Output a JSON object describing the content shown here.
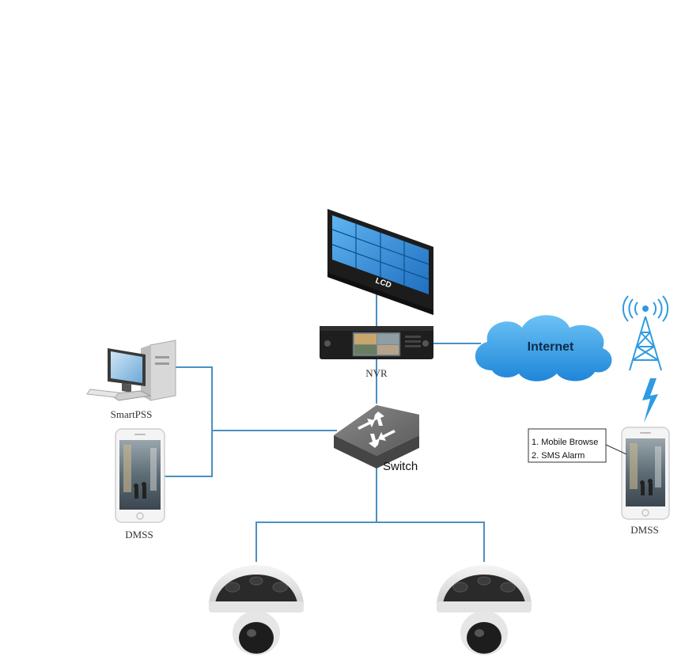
{
  "colors": {
    "wire": "#4a90c2",
    "cloud": "#3aa0e6",
    "tower": "#2f9be0",
    "screen_blue": "#2b86d6",
    "device_dark": "#1e1e1e",
    "switch_gray": "#6d6d6d"
  },
  "nodes": {
    "lcd": {
      "label": "LCD"
    },
    "nvr": {
      "label": "NVR"
    },
    "internet": {
      "label": "Internet"
    },
    "smartpss": {
      "label": "SmartPSS"
    },
    "dmss_left": {
      "label": "DMSS"
    },
    "dmss_right": {
      "label": "DMSS"
    },
    "switch": {
      "label": "Switch"
    },
    "camera_left": {
      "label": ""
    },
    "camera_right": {
      "label": ""
    }
  },
  "callout": {
    "line1": "1. Mobile Browse",
    "line2": "2. SMS Alarm"
  },
  "icons": {
    "lcd": "video-wall-icon",
    "nvr": "nvr-recorder-icon",
    "internet": "cloud-icon",
    "tower": "cell-tower-icon",
    "lightning": "lightning-icon",
    "pc": "desktop-computer-icon",
    "phone": "smartphone-icon",
    "switch": "network-switch-icon",
    "camera": "dome-camera-icon"
  }
}
